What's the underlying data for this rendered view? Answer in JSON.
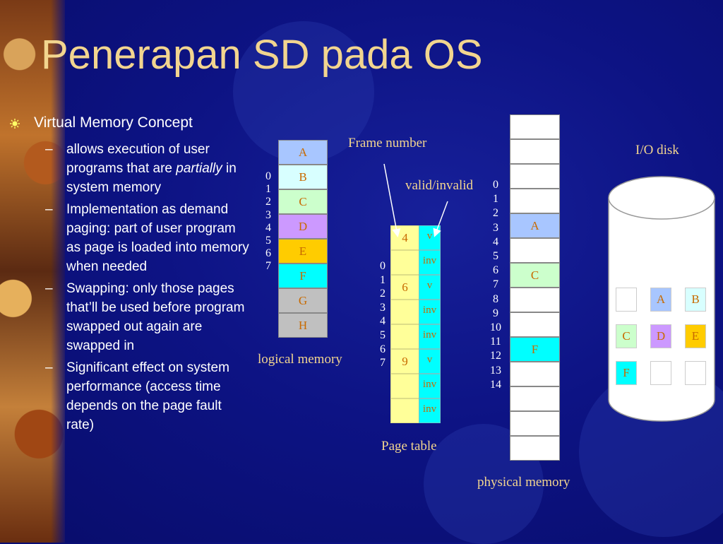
{
  "slide": {
    "title": "Penerapan SD pada OS"
  },
  "bullets": {
    "main": "Virtual Memory Concept",
    "sub": [
      {
        "pre": "allows execution of user programs that are ",
        "em": "partially",
        "post": " in system memory"
      },
      {
        "pre": "Implementation as demand paging: part of user program as page is loaded into memory when needed",
        "em": "",
        "post": ""
      },
      {
        "pre": "Swapping: only those pages that’ll be used before program swapped out again are swapped in",
        "em": "",
        "post": ""
      },
      {
        "pre": "Significant effect on system performance (access time depends on the page fault rate)",
        "em": "",
        "post": ""
      }
    ]
  },
  "logical_memory": {
    "label": "logical memory",
    "pages": [
      {
        "name": "A",
        "color": "#a8c6ff"
      },
      {
        "name": "B",
        "color": "#d8ffff"
      },
      {
        "name": "C",
        "color": "#ccffcc"
      },
      {
        "name": "D",
        "color": "#cc99ff"
      },
      {
        "name": "E",
        "color": "#ffcc00"
      },
      {
        "name": "F",
        "color": "#00ffff"
      },
      {
        "name": "G",
        "color": "#c0c0c0"
      },
      {
        "name": "H",
        "color": "#c0c0c0"
      }
    ],
    "indices": [
      "0",
      "1",
      "2",
      "3",
      "4",
      "5",
      "6",
      "7"
    ]
  },
  "page_table": {
    "label": "Page table",
    "frame_label": "Frame number",
    "valid_label": "valid/invalid",
    "rows": [
      {
        "frame": "4",
        "bit": "v"
      },
      {
        "frame": "",
        "bit": "inv"
      },
      {
        "frame": "6",
        "bit": "v"
      },
      {
        "frame": "",
        "bit": "inv"
      },
      {
        "frame": "",
        "bit": "inv"
      },
      {
        "frame": "9",
        "bit": "v"
      },
      {
        "frame": "",
        "bit": "inv"
      },
      {
        "frame": "",
        "bit": "inv"
      }
    ],
    "indices": [
      "0",
      "1",
      "2",
      "3",
      "4",
      "5",
      "6",
      "7"
    ]
  },
  "physical_memory": {
    "label": "physical memory",
    "frames": [
      "",
      "",
      "",
      "",
      "A",
      "",
      "C",
      "",
      "",
      "F",
      "",
      "",
      "",
      ""
    ],
    "indices": [
      "0",
      "1",
      "2",
      "3",
      "4",
      "5",
      "6",
      "7",
      "8",
      "9",
      "10",
      "11",
      "12",
      "13",
      "14"
    ]
  },
  "disk": {
    "label": "I/O disk",
    "slots": [
      {
        "name": "",
        "color": "#ffffff"
      },
      {
        "name": "A",
        "color": "#a8c6ff"
      },
      {
        "name": "B",
        "color": "#d8ffff"
      },
      {
        "name": "C",
        "color": "#ccffcc"
      },
      {
        "name": "D",
        "color": "#cc99ff"
      },
      {
        "name": "E",
        "color": "#ffcc00"
      },
      {
        "name": "F",
        "color": "#00ffff"
      },
      {
        "name": "",
        "color": "#ffffff"
      },
      {
        "name": "",
        "color": "#ffffff"
      }
    ]
  },
  "colors": {
    "background": "#0d1384",
    "title": "#f2d58f",
    "label": "#f2d58f",
    "cell_text": "#c86a00",
    "page_table_frame": "#ffff99",
    "page_table_bit": "#00ffff",
    "physical_A": "#a8c6ff",
    "physical_C": "#ccffcc",
    "physical_F": "#00ffff"
  }
}
